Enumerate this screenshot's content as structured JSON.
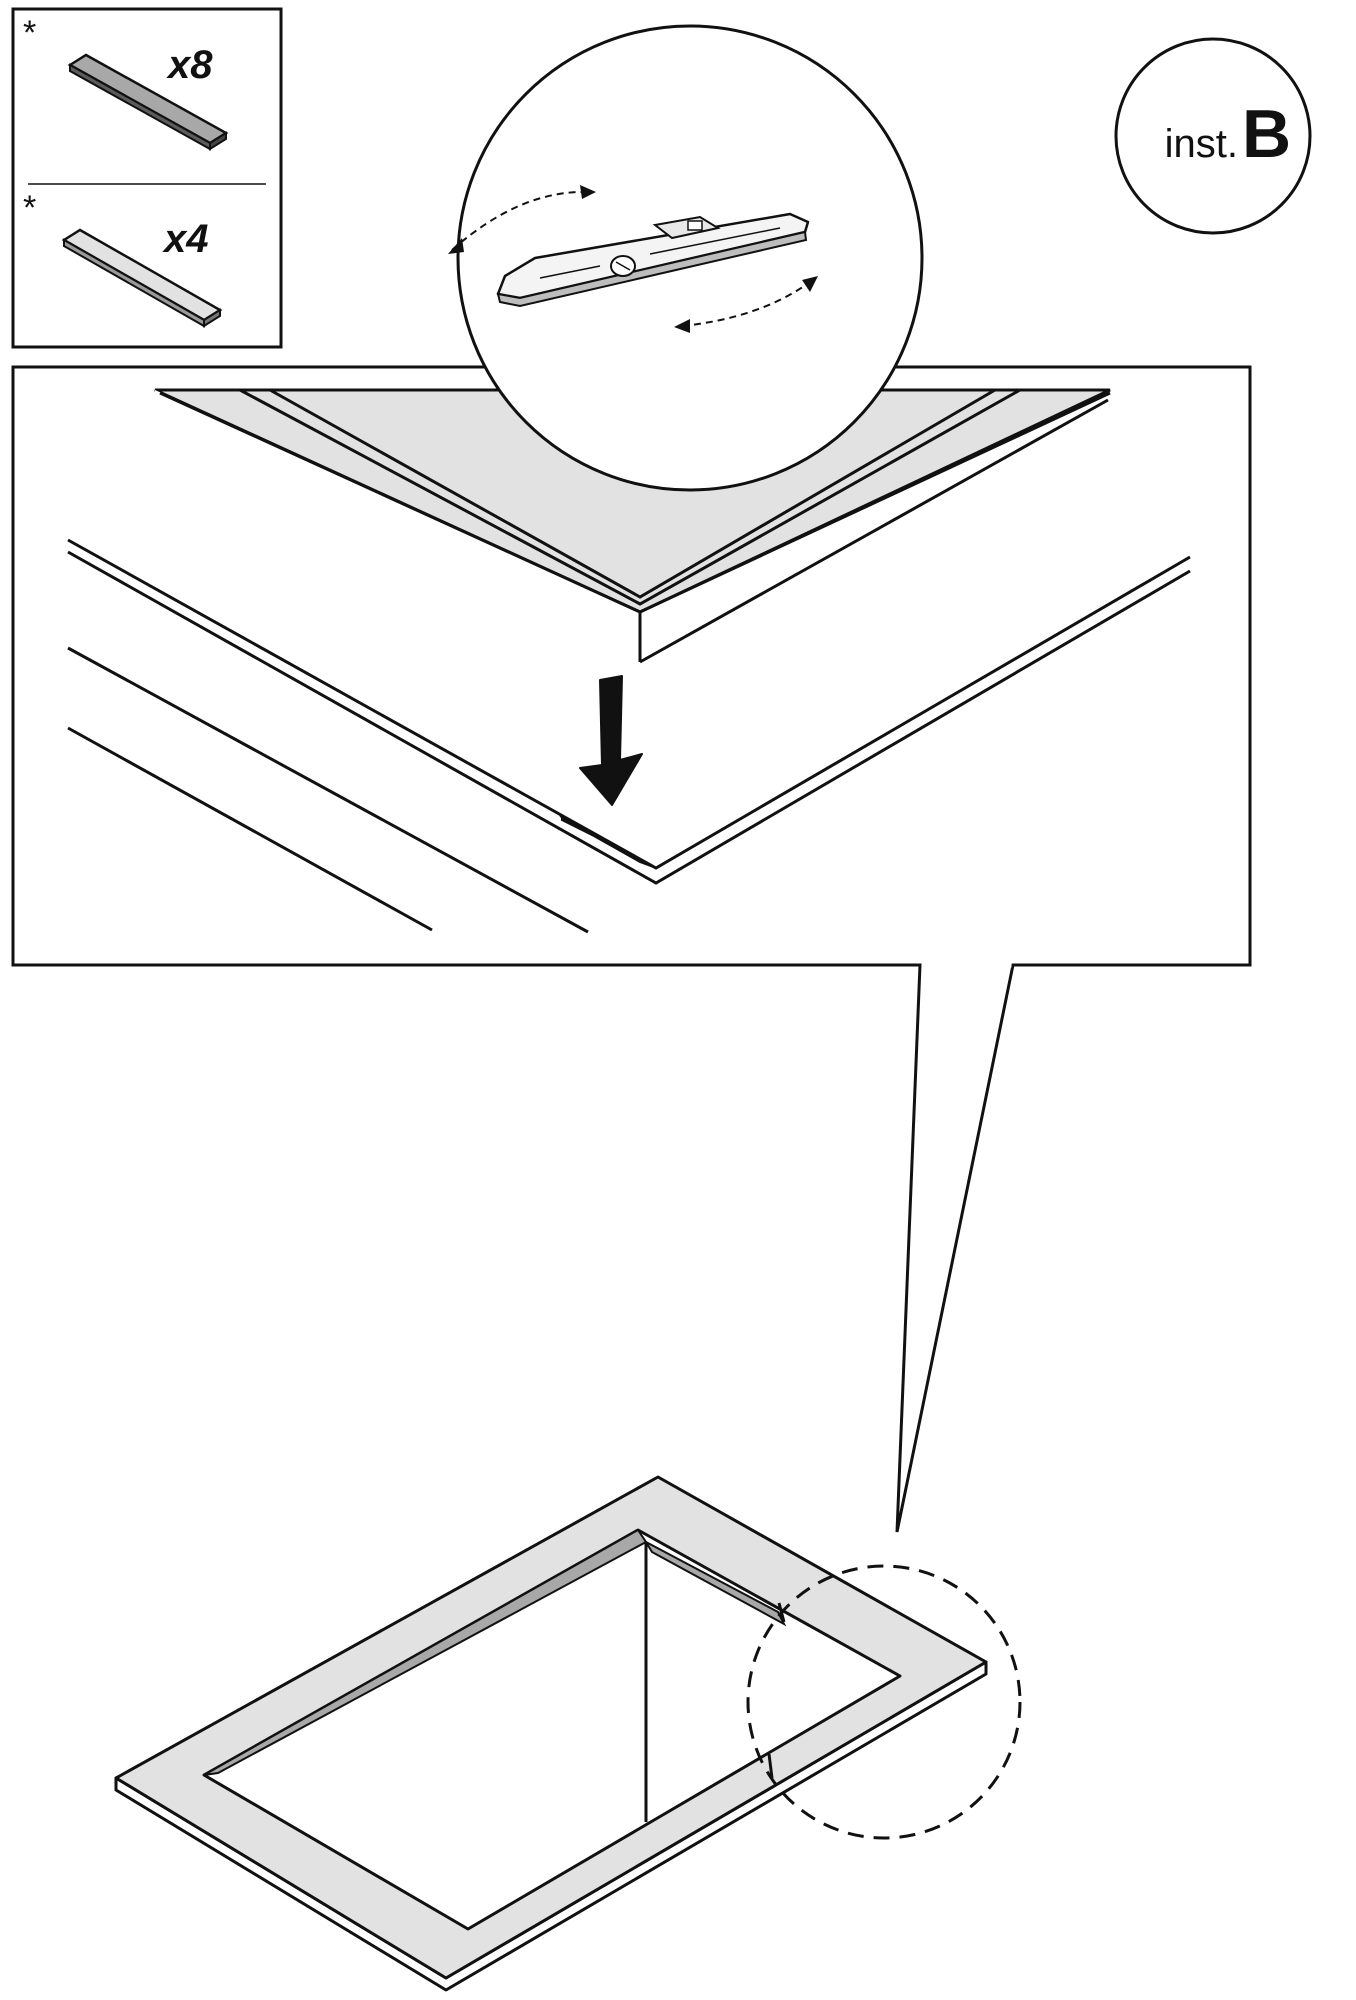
{
  "parts": [
    {
      "marker": "*",
      "quantity": "x8",
      "shade": "#a8a8a8"
    },
    {
      "marker": "*",
      "quantity": "x4",
      "shade": "#dedede"
    }
  ],
  "instruction_badge": {
    "prefix": "inst.",
    "letter": "B"
  },
  "colors": {
    "stroke": "#111111",
    "panel_fill": "#e2e2e2",
    "spacer_dark": "#a8a8a8",
    "spacer_light": "#d6d6d6",
    "arrow": "#111111"
  },
  "icons": [
    "spirit-level-icon",
    "down-arrow-icon",
    "rotation-arrow-icon"
  ]
}
